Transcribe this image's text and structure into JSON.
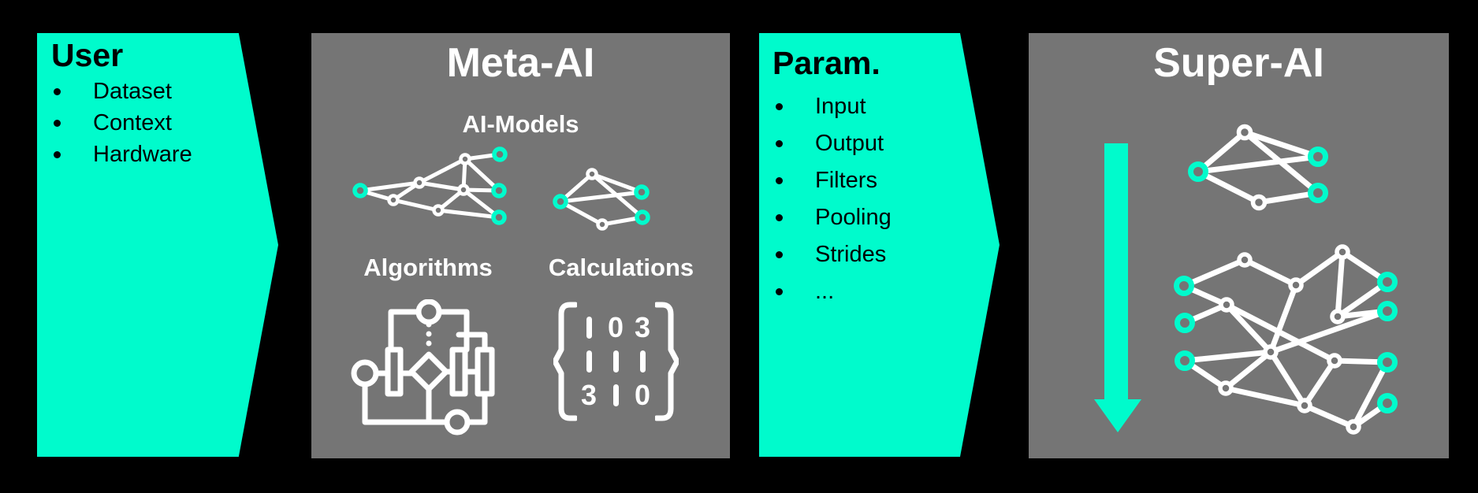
{
  "slide": {
    "background_color": "#000000",
    "accent_color": "#00FBCC",
    "panel_color": "#757575",
    "blocks": {
      "user": {
        "title": "User",
        "items": [
          "Dataset",
          "Context",
          "Hardware"
        ]
      },
      "meta_ai": {
        "title": "Meta-AI",
        "models_label": "AI-Models",
        "algorithms_label": "Algorithms",
        "calculations_label": "Calculations",
        "icons": [
          "neural-network-icon",
          "neural-network-icon",
          "flowchart-icon",
          "matrix-icon"
        ]
      },
      "param": {
        "title": "Param.",
        "items": [
          "Input",
          "Output",
          "Filters",
          "Pooling",
          "Strides",
          "..."
        ]
      },
      "super_ai": {
        "title": "Super-AI",
        "icons": [
          "down-arrow-icon",
          "neural-network-icon",
          "neural-network-icon"
        ]
      }
    },
    "matrix_values": [
      "1 0 3",
      "1 1 1",
      "3 1 0"
    ]
  }
}
